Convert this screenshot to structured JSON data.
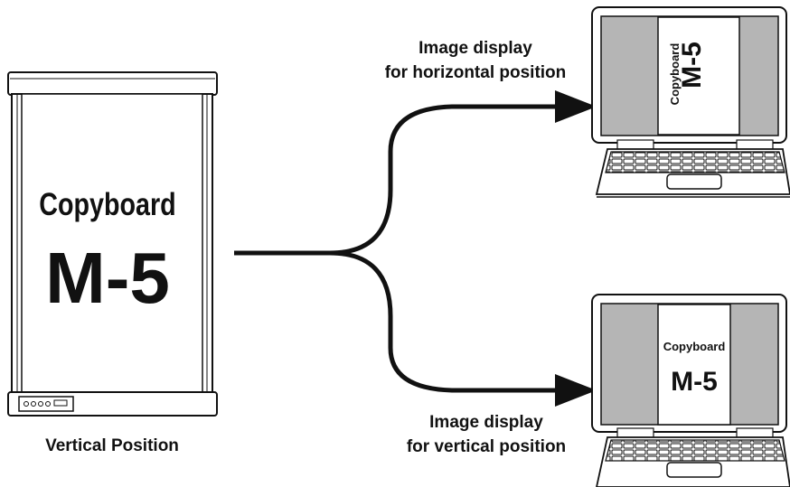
{
  "board": {
    "title": "Copyboard",
    "model": "M-5",
    "caption": "Vertical Position"
  },
  "outputs": {
    "horizontal": {
      "label_line1": "Image display",
      "label_line2": "for horizontal position",
      "screen_title": "Copyboard",
      "screen_model": "M-5"
    },
    "vertical": {
      "label_line1": "Image display",
      "label_line2": "for vertical position",
      "screen_title": "Copyboard",
      "screen_model": "M-5"
    }
  }
}
